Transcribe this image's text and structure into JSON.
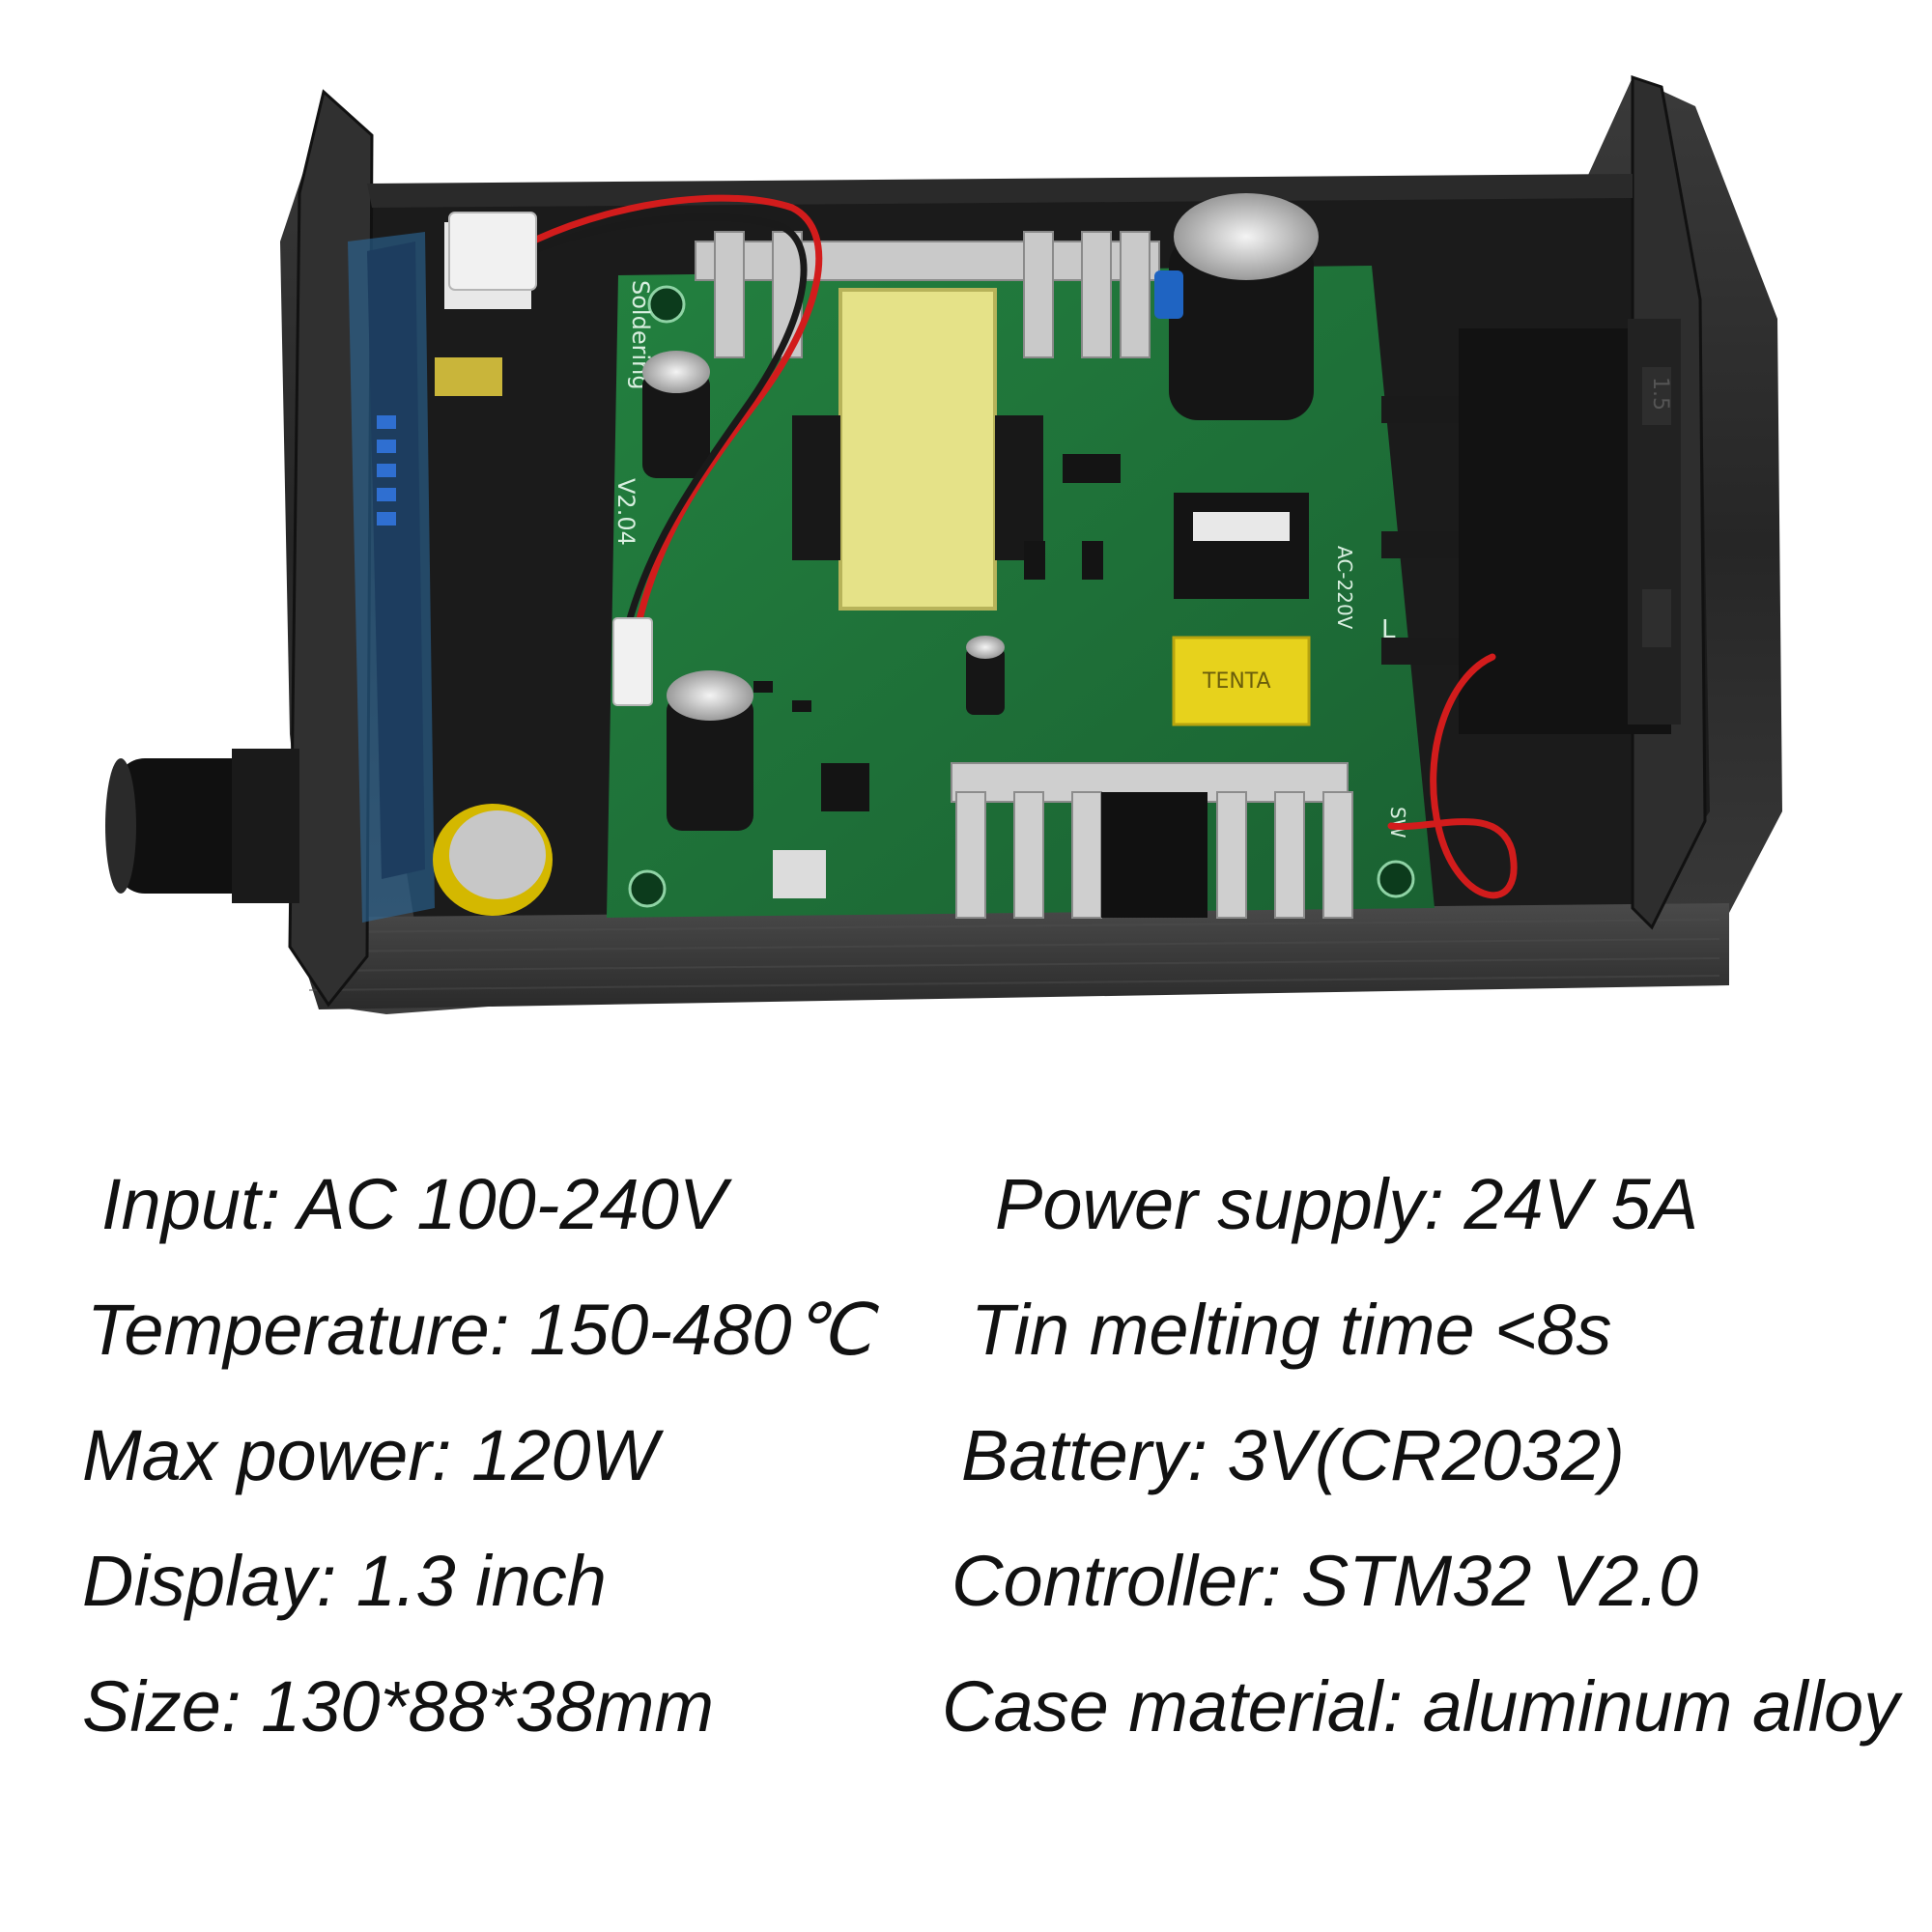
{
  "colors": {
    "background": "#ffffff",
    "text": "#111111",
    "case_dark": "#1f1f1f",
    "pcb_green": "#1f6e3a",
    "transformer_yellow": "#e6e38a",
    "wire_red": "#d21c1c"
  },
  "photo": {
    "pcb_labels": {
      "board": "Soldering",
      "version": "V2.04",
      "capacitor": "TENTA",
      "input": "AC-220V",
      "switch": "SW",
      "fuse_label": "L",
      "connector": "1.5"
    }
  },
  "specs": {
    "left": [
      "Input: AC 100-240V",
      "Temperature: 150-480℃",
      "Max power: 120W",
      "Display: 1.3 inch",
      "Size: 130*88*38mm"
    ],
    "right": [
      "Power supply: 24V 5A",
      "Tin melting time <8s",
      "Battery: 3V(CR2032)",
      "Controller: STM32 V2.0",
      "Case material: aluminum alloy"
    ]
  }
}
